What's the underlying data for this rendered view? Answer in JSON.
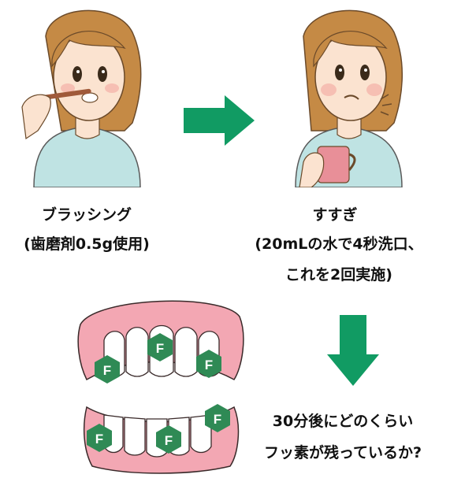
{
  "step1": {
    "title": "ブラッシング",
    "detail": "(歯磨剤0.5g使用)"
  },
  "step2": {
    "title": "すすぎ",
    "detail_line1": "(20mLの水で4秒洗口、",
    "detail_line2": "これを2回実施)"
  },
  "question": {
    "line1": "30分後にどのくらい",
    "line2": "フッ素が残っているか?"
  },
  "fluoride_marker_letter": "F",
  "colors": {
    "arrow_green": "#119b63",
    "marker_green": "#2f8a55",
    "gum_pink": "#f3a7b3",
    "hair_brown": "#c58a45",
    "shirt_blue": "#bfe3e3"
  },
  "icons": [
    "woman-brushing-teeth",
    "woman-rinsing-mouth",
    "right-arrow",
    "down-arrow",
    "teeth-with-fluoride"
  ]
}
